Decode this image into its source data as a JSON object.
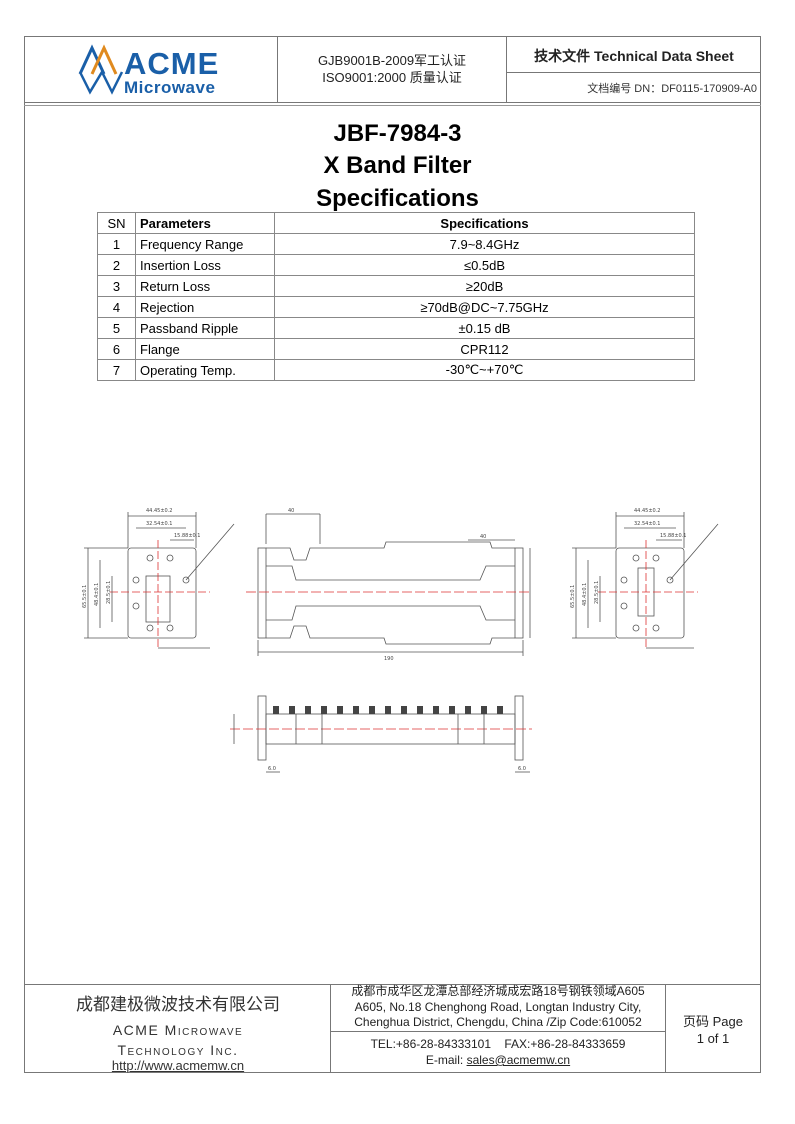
{
  "header": {
    "logo_name": "ACME",
    "logo_sub": "Microwave",
    "cert_line1": "GJB9001B-2009军工认证",
    "cert_line2": "ISO9001:2000  质量认证",
    "doc_type": "技术文件  Technical Data Sheet",
    "doc_number": "文档编号  DN：DF0115-170909-A0"
  },
  "title": {
    "model": "JBF-7984-3",
    "product": "X Band Filter",
    "section": "Specifications"
  },
  "spec_table": {
    "headers": [
      "SN",
      "Parameters",
      "Specifications"
    ],
    "rows": [
      {
        "sn": "1",
        "param": "Frequency Range",
        "value": "7.9~8.4GHz"
      },
      {
        "sn": "2",
        "param": "Insertion Loss",
        "value": "≤0.5dB"
      },
      {
        "sn": "3",
        "param": "Return Loss",
        "value": "≥20dB"
      },
      {
        "sn": "4",
        "param": "Rejection",
        "value": "≥70dB@DC~7.75GHz"
      },
      {
        "sn": "5",
        "param": "Passband Ripple",
        "value": "±0.15 dB"
      },
      {
        "sn": "6",
        "param": "Flange",
        "value": "CPR112"
      },
      {
        "sn": "7",
        "param": "Operating Temp.",
        "value": "-30℃~+70℃"
      }
    ]
  },
  "drawing": {
    "dim_44": "44.45±0.2",
    "dim_32": "32.54±0.1",
    "dim_15": "15.88±0.1",
    "dim_65": "65.5±0.1",
    "dim_48": "48.4±0.1",
    "dim_28": "28.5±0.1",
    "dim_width": "40",
    "dim_length": "190",
    "dim_6": "6.0"
  },
  "footer": {
    "company_cn": "成都建极微波技术有限公司",
    "company_en1": "ACME Microwave",
    "company_en2": "Technology Inc.",
    "url": "http://www.acmemw.cn",
    "addr_cn": "成都市成华区龙潭总部经济城成宏路18号钢铁领域A605",
    "addr_en1": "A605, No.18 Chenghong Road, Longtan Industry City,",
    "addr_en2": "Chenghua District, Chengdu, China /Zip Code:610052",
    "tel": "TEL:+86-28-84333101    FAX:+86-28-84333659",
    "email_label": "E-mail: ",
    "email": "sales@acmemw.cn",
    "page_label": "页码  Page",
    "page_value": "1 of 1"
  },
  "colors": {
    "brand_blue": "#1a5fa8",
    "logo_orange": "#e08a1e"
  }
}
